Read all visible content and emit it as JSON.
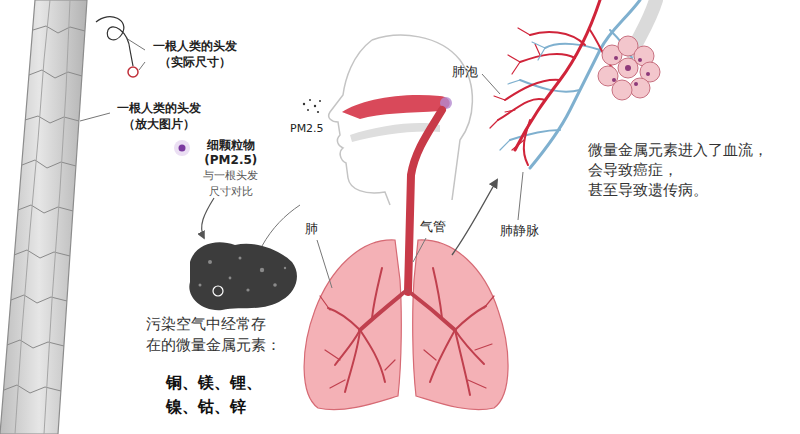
{
  "diagram": {
    "labels": [
      "一根人类的头发 （实际尺寸）",
      "一根人类的头发 （放大图片）",
      "细颗粒物 (PM2.5)",
      "与一根头发 尺寸对比",
      "PM2.5",
      "肺",
      "气管",
      "肺泡",
      "肺静脉",
      "微量金属元素进入了血流， 会导致癌症， 甚至导致遗传病。",
      "污染空气中经常存 在的微量金属元素：",
      "铜、镁、锂、 镍、钴、锌"
    ]
  }
}
